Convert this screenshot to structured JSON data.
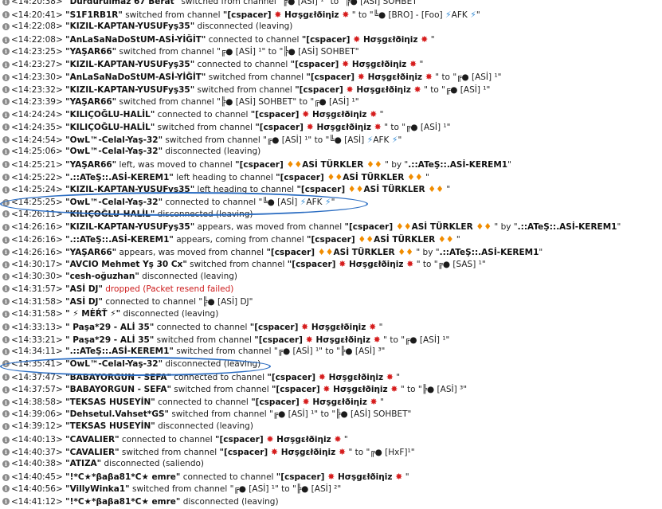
{
  "colors": {
    "maple": "#d61e1e",
    "fire": "#f08c00",
    "bolt": "#3a8fd6",
    "circle": "#2b6dc2",
    "dropped": "#cc1a1a"
  },
  "icons": {
    "info": "info-icon",
    "maple": "maple-leaf-icon",
    "fire": "fire-icon",
    "lightning": "lightning-icon"
  },
  "rows": [
    {
      "ts": "<14:20:38>",
      "parts": [
        [
          "nick",
          "\"Durdurulmaz 67 Berat\""
        ],
        [
          "t",
          " switched from channel \"╔● [ASİ] ¹\" to \"╠● [ASİ] SOHBET\""
        ]
      ]
    },
    {
      "ts": "<14:20:41>",
      "parts": [
        [
          "nick",
          "\"S1F1RB1R\""
        ],
        [
          "t",
          " switched from channel "
        ],
        [
          "chan",
          "\"[cspacer] "
        ],
        [
          "m"
        ],
        [
          "chan",
          " Hσşgεłðiηiz "
        ],
        [
          "m"
        ],
        [
          "t",
          " \" to \"╚● [BRO] - [Foo] "
        ],
        [
          "b"
        ],
        [
          "t",
          "AFK "
        ],
        [
          "b"
        ],
        [
          "t",
          "\""
        ]
      ]
    },
    {
      "ts": "<14:22:08>",
      "parts": [
        [
          "nick",
          "\"KIZIL-KAPTAN-YUSUFyş35\""
        ],
        [
          "t",
          " disconnected (leaving)"
        ]
      ]
    },
    {
      "ts": "<14:22:08>",
      "parts": [
        [
          "nick",
          "\"AnLaSaNaDoStUM-ASİ-YİĞİT\""
        ],
        [
          "t",
          " connected to channel "
        ],
        [
          "chan",
          "\"[cspacer] "
        ],
        [
          "m"
        ],
        [
          "chan",
          " Hσşgεłðiηiz "
        ],
        [
          "m"
        ],
        [
          "t",
          " \""
        ]
      ]
    },
    {
      "ts": "<14:23:25>",
      "parts": [
        [
          "nick",
          "\"YAŞAR66\""
        ],
        [
          "t",
          " switched from channel \"╔● [ASİ] ¹\" to \"╠● [ASİ] SOHBET\""
        ]
      ]
    },
    {
      "ts": "<14:23:27>",
      "parts": [
        [
          "nick",
          "\"KIZIL-KAPTAN-YUSUFyş35\""
        ],
        [
          "t",
          " connected to channel "
        ],
        [
          "chan",
          "\"[cspacer] "
        ],
        [
          "m"
        ],
        [
          "chan",
          " Hσşgεłðiηiz "
        ],
        [
          "m"
        ],
        [
          "t",
          " \""
        ]
      ]
    },
    {
      "ts": "<14:23:30>",
      "parts": [
        [
          "nick",
          "\"AnLaSaNaDoStUM-ASİ-YİĞİT\""
        ],
        [
          "t",
          " switched from channel "
        ],
        [
          "chan",
          "\"[cspacer] "
        ],
        [
          "m"
        ],
        [
          "chan",
          " Hσşgεłðiηiz "
        ],
        [
          "m"
        ],
        [
          "t",
          " \" to \"╔● [ASİ] ¹\""
        ]
      ]
    },
    {
      "ts": "<14:23:32>",
      "parts": [
        [
          "nick",
          "\"KIZIL-KAPTAN-YUSUFyş35\""
        ],
        [
          "t",
          " switched from channel "
        ],
        [
          "chan",
          "\"[cspacer] "
        ],
        [
          "m"
        ],
        [
          "chan",
          " Hσşgεłðiηiz "
        ],
        [
          "m"
        ],
        [
          "t",
          " \" to \"╔● [ASİ] ¹\""
        ]
      ]
    },
    {
      "ts": "<14:23:39>",
      "parts": [
        [
          "nick",
          "\"YAŞAR66\""
        ],
        [
          "t",
          " switched from channel \"╠● [ASİ] SOHBET\" to \"╔● [ASİ] ¹\""
        ]
      ]
    },
    {
      "ts": "<14:24:24>",
      "parts": [
        [
          "nick",
          "\"KILIÇOĞLU-HALİL\""
        ],
        [
          "t",
          " connected to channel "
        ],
        [
          "chan",
          "\"[cspacer] "
        ],
        [
          "m"
        ],
        [
          "chan",
          " Hσşgεłðiηiz "
        ],
        [
          "m"
        ],
        [
          "t",
          " \""
        ]
      ]
    },
    {
      "ts": "<14:24:35>",
      "parts": [
        [
          "nick",
          "\"KILIÇOĞLU-HALİL\""
        ],
        [
          "t",
          " switched from channel "
        ],
        [
          "chan",
          "\"[cspacer] "
        ],
        [
          "m"
        ],
        [
          "chan",
          " Hσşgεłðiηiz "
        ],
        [
          "m"
        ],
        [
          "t",
          " \" to \"╔● [ASİ] ¹\""
        ]
      ]
    },
    {
      "ts": "<14:24:54>",
      "parts": [
        [
          "nick",
          "\"OwL™-Celal-Yaş-32\""
        ],
        [
          "t",
          " switched from channel \"╔● [ASİ] ¹\" to \"╚● [ASİ] "
        ],
        [
          "b"
        ],
        [
          "t",
          "AFK "
        ],
        [
          "b"
        ],
        [
          "t",
          "\""
        ]
      ]
    },
    {
      "ts": "<14:25:06>",
      "parts": [
        [
          "nick",
          "\"OwL™-Celal-Yaş-32\""
        ],
        [
          "t",
          " disconnected (leaving)"
        ]
      ]
    },
    {
      "ts": "<14:25:21>",
      "parts": [
        [
          "nick",
          "\"YAŞAR66\""
        ],
        [
          "t",
          " left, was moved to channel "
        ],
        [
          "chan",
          "\"[cspacer] "
        ],
        [
          "f"
        ],
        [
          "f"
        ],
        [
          "chan",
          "ASİ TÜRKLER "
        ],
        [
          "f"
        ],
        [
          "f"
        ],
        [
          "t",
          " \" by \""
        ],
        [
          "nick",
          ".::ATeŞ::.ASİ-KEREM1"
        ],
        [
          "t",
          "\""
        ]
      ]
    },
    {
      "ts": "<14:25:22>",
      "parts": [
        [
          "nick",
          "\".::ATeŞ::.ASİ-KEREM1\""
        ],
        [
          "t",
          " left heading to channel "
        ],
        [
          "chan",
          "\"[cspacer] "
        ],
        [
          "f"
        ],
        [
          "f"
        ],
        [
          "chan",
          "ASİ TÜRKLER "
        ],
        [
          "f"
        ],
        [
          "f"
        ],
        [
          "t",
          " \""
        ]
      ]
    },
    {
      "ts": "<14:25:24>",
      "parts": [
        [
          "nick",
          "\"KIZIL-KAPTAN-YUSUFyş35\""
        ],
        [
          "t",
          " left heading to channel "
        ],
        [
          "chan",
          "\"[cspacer] "
        ],
        [
          "f"
        ],
        [
          "f"
        ],
        [
          "chan",
          "ASİ TÜRKLER "
        ],
        [
          "f"
        ],
        [
          "f"
        ],
        [
          "t",
          " \""
        ]
      ]
    },
    {
      "ts": "<14:25:25>",
      "parts": [
        [
          "nick",
          "\"OwL™-Celal-Yaş-32\""
        ],
        [
          "t",
          " connected to channel \"╚● [ASİ] "
        ],
        [
          "b"
        ],
        [
          "t",
          "AFK "
        ],
        [
          "b"
        ],
        [
          "t",
          "\""
        ]
      ]
    },
    {
      "ts": "<14:26:11>",
      "parts": [
        [
          "nick",
          "\"KILIÇOĞLU-HALİL\""
        ],
        [
          "t",
          " disconnected (leaving)"
        ]
      ]
    },
    {
      "ts": "<14:26:16>",
      "parts": [
        [
          "nick",
          "\"KIZIL-KAPTAN-YUSUFyş35\""
        ],
        [
          "t",
          " appears, was moved from channel "
        ],
        [
          "chan",
          "\"[cspacer] "
        ],
        [
          "f"
        ],
        [
          "f"
        ],
        [
          "chan",
          "ASİ TÜRKLER "
        ],
        [
          "f"
        ],
        [
          "f"
        ],
        [
          "t",
          " \" by \""
        ],
        [
          "nick",
          ".::ATeŞ::.ASİ-KEREM1"
        ],
        [
          "t",
          "\""
        ]
      ]
    },
    {
      "ts": "<14:26:16>",
      "parts": [
        [
          "nick",
          "\".::ATeŞ::.ASİ-KEREM1\""
        ],
        [
          "t",
          " appears, coming from channel "
        ],
        [
          "chan",
          "\"[cspacer] "
        ],
        [
          "f"
        ],
        [
          "f"
        ],
        [
          "chan",
          "ASİ TÜRKLER "
        ],
        [
          "f"
        ],
        [
          "f"
        ],
        [
          "t",
          " \""
        ]
      ]
    },
    {
      "ts": "<14:26:16>",
      "parts": [
        [
          "nick",
          "\"YAŞAR66\""
        ],
        [
          "t",
          " appears, was moved from channel "
        ],
        [
          "chan",
          "\"[cspacer] "
        ],
        [
          "f"
        ],
        [
          "f"
        ],
        [
          "chan",
          "ASİ TÜRKLER "
        ],
        [
          "f"
        ],
        [
          "f"
        ],
        [
          "t",
          " \" by \""
        ],
        [
          "nick",
          ".::ATeŞ::.ASİ-KEREM1"
        ],
        [
          "t",
          "\""
        ]
      ]
    },
    {
      "ts": "<14:30:17>",
      "parts": [
        [
          "nick",
          "\"AVCIO Mehmet Yş 30 Cx\""
        ],
        [
          "t",
          " switched from channel "
        ],
        [
          "chan",
          "\"[cspacer] "
        ],
        [
          "m"
        ],
        [
          "chan",
          " Hσşgεłðiηiz "
        ],
        [
          "m"
        ],
        [
          "t",
          " \" to \"╔● [SAS] ¹\""
        ]
      ]
    },
    {
      "ts": "<14:30:30>",
      "parts": [
        [
          "nick",
          "\"cesh-oğuzhan\""
        ],
        [
          "t",
          " disconnected (leaving)"
        ]
      ]
    },
    {
      "ts": "<14:31:57>",
      "parts": [
        [
          "nick",
          "\"ASİ DJ\""
        ],
        [
          "t",
          " "
        ],
        [
          "r",
          "dropped (Packet resend failed)"
        ]
      ]
    },
    {
      "ts": "<14:31:58>",
      "parts": [
        [
          "nick",
          "\"ASİ DJ\""
        ],
        [
          "t",
          " connected to channel \"╠● [ASİ] DJ\""
        ]
      ]
    },
    {
      "ts": "<14:31:58>",
      "parts": [
        [
          "nick",
          "\"      ⚡ MĖŔŤ ⚡\""
        ],
        [
          "t",
          " disconnected (leaving)"
        ]
      ]
    },
    {
      "ts": "<14:33:13>",
      "parts": [
        [
          "nick",
          "\" Paşa*29 - ALİ 35\""
        ],
        [
          "t",
          " connected to channel "
        ],
        [
          "chan",
          "\"[cspacer] "
        ],
        [
          "m"
        ],
        [
          "chan",
          " Hσşgεłðiηiz "
        ],
        [
          "m"
        ],
        [
          "t",
          " \""
        ]
      ]
    },
    {
      "ts": "<14:33:21>",
      "parts": [
        [
          "nick",
          "\" Paşa*29 - ALİ 35\""
        ],
        [
          "t",
          " switched from channel "
        ],
        [
          "chan",
          "\"[cspacer] "
        ],
        [
          "m"
        ],
        [
          "chan",
          " Hσşgεłðiηiz "
        ],
        [
          "m"
        ],
        [
          "t",
          " \" to \"╔● [ASİ] ¹\""
        ]
      ]
    },
    {
      "ts": "<14:34:11>",
      "parts": [
        [
          "nick",
          "\".::ATeŞ::.ASİ-KEREM1\""
        ],
        [
          "t",
          " switched from channel \"╔● [ASİ] ¹\" to \"╠● [ASİ] ³\""
        ]
      ]
    },
    {
      "ts": "<14:35:41>",
      "parts": [
        [
          "nick",
          "\"OwL™-Celal-Yaş-32\""
        ],
        [
          "t",
          " disconnected (leaving)"
        ]
      ]
    },
    {
      "ts": "<14:37:47>",
      "parts": [
        [
          "nick",
          "\"BABAYORGUN - SEFA\""
        ],
        [
          "t",
          " connected to channel "
        ],
        [
          "chan",
          "\"[cspacer] "
        ],
        [
          "m"
        ],
        [
          "chan",
          " Hσşgεłðiηiz "
        ],
        [
          "m"
        ],
        [
          "t",
          " \""
        ]
      ]
    },
    {
      "ts": "<14:37:57>",
      "parts": [
        [
          "nick",
          "\"BABAYORGUN - SEFA\""
        ],
        [
          "t",
          " switched from channel "
        ],
        [
          "chan",
          "\"[cspacer] "
        ],
        [
          "m"
        ],
        [
          "chan",
          " Hσşgεłðiηiz "
        ],
        [
          "m"
        ],
        [
          "t",
          " \" to \"╠● [ASİ] ³\""
        ]
      ]
    },
    {
      "ts": "<14:38:58>",
      "parts": [
        [
          "nick",
          "\"TEKSAS HUSEYİN\""
        ],
        [
          "t",
          " connected to channel "
        ],
        [
          "chan",
          "\"[cspacer] "
        ],
        [
          "m"
        ],
        [
          "chan",
          " Hσşgεłðiηiz "
        ],
        [
          "m"
        ],
        [
          "t",
          " \""
        ]
      ]
    },
    {
      "ts": "<14:39:06>",
      "parts": [
        [
          "nick",
          "\"Dehsetul.Vahset*GS\""
        ],
        [
          "t",
          " switched from channel \"╔● [ASİ] ¹\" to \"╠● [ASİ] SOHBET\""
        ]
      ]
    },
    {
      "ts": "<14:39:12>",
      "parts": [
        [
          "nick",
          "\"TEKSAS HUSEYİN\""
        ],
        [
          "t",
          " disconnected (leaving)"
        ]
      ]
    },
    {
      "ts": "<14:40:13>",
      "parts": [
        [
          "nick",
          "\"CAVALIER\""
        ],
        [
          "t",
          " connected to channel "
        ],
        [
          "chan",
          "\"[cspacer] "
        ],
        [
          "m"
        ],
        [
          "chan",
          " Hσşgεłðiηiz "
        ],
        [
          "m"
        ],
        [
          "t",
          " \""
        ]
      ]
    },
    {
      "ts": "<14:40:37>",
      "parts": [
        [
          "nick",
          "\"CAVALIER\""
        ],
        [
          "t",
          " switched from channel "
        ],
        [
          "chan",
          "\"[cspacer] "
        ],
        [
          "m"
        ],
        [
          "chan",
          " Hσşgεłðiηiz "
        ],
        [
          "m"
        ],
        [
          "t",
          " \" to \"╔● [HxF]¹\""
        ]
      ]
    },
    {
      "ts": "<14:40:38>",
      "parts": [
        [
          "nick",
          "\"ATIZA\""
        ],
        [
          "t",
          " disconnected (saliendo)"
        ]
      ]
    },
    {
      "ts": "<14:40:45>",
      "parts": [
        [
          "nick",
          "\"!*C★*βaβa81*C★ emre\""
        ],
        [
          "t",
          " connected to channel "
        ],
        [
          "chan",
          "\"[cspacer] "
        ],
        [
          "m"
        ],
        [
          "chan",
          " Hσşgεłðiηiz "
        ],
        [
          "m"
        ],
        [
          "t",
          " \""
        ]
      ]
    },
    {
      "ts": "<14:40:56>",
      "parts": [
        [
          "nick",
          "\"VillyWinka1\""
        ],
        [
          "t",
          " switched from channel \"╔● [ASİ] ¹\" to \"╠● [ASİ] ²\""
        ]
      ]
    },
    {
      "ts": "<14:41:12>",
      "parts": [
        [
          "nick",
          "\"!*C★*βaβa81*C★ emre\""
        ],
        [
          "t",
          " disconnected (leaving)"
        ]
      ]
    }
  ]
}
